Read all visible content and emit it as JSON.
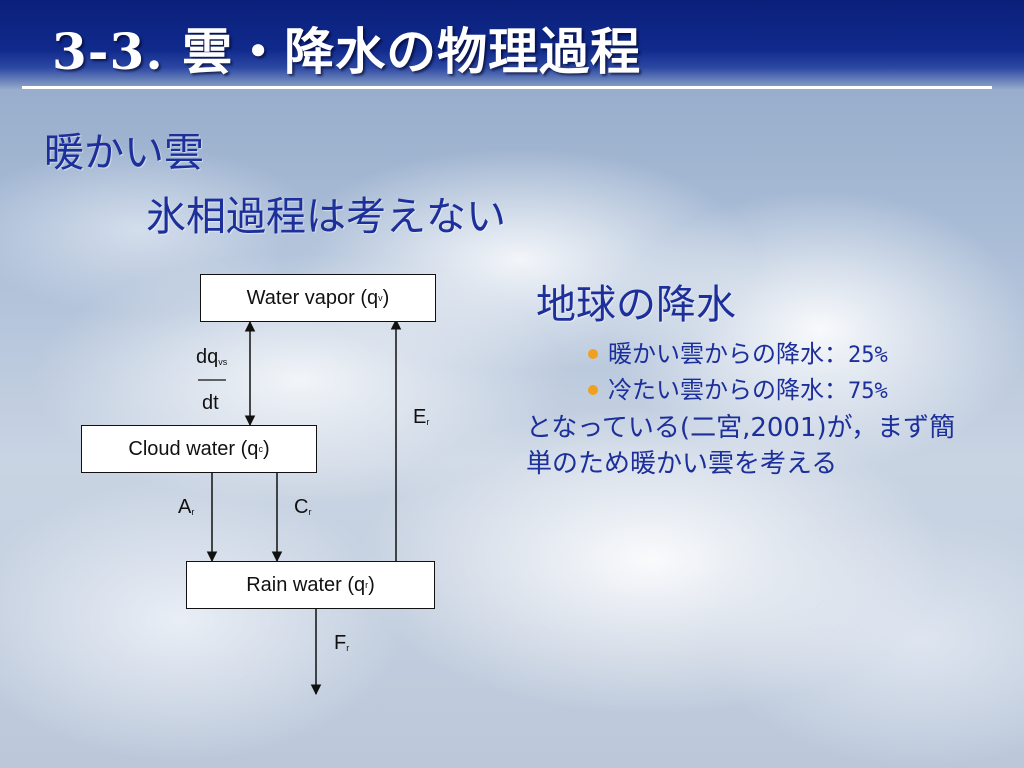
{
  "slide": {
    "title": "3-3. 雲・降水の物理過程",
    "heading_warm_cloud": "暖かい雲",
    "heading_no_ice": "氷相過程は考えない",
    "heading_global": "地球の降水",
    "bullets": [
      {
        "label": "暖かい雲からの降水：",
        "value": "25%"
      },
      {
        "label": "冷たい雲からの降水：",
        "value": "75%"
      }
    ],
    "note_line1": "となっている(二宮,2001)が，まず簡",
    "note_line2": "単のため暖かい雲を考える",
    "colors": {
      "title_bar": "#102a8c",
      "heading_text": "#1c2f9a",
      "bullet_dot": "#f0a020"
    }
  },
  "diagram": {
    "water_vapor": {
      "text": "Water vapor (q",
      "sub": "v",
      "close": ")"
    },
    "cloud_water": {
      "text": "Cloud water (q",
      "sub": "c",
      "close": ")"
    },
    "rain_water": {
      "text": "Rain water (q",
      "sub": "r",
      "close": ")"
    },
    "dq_num": "dq",
    "dq_sub": "vs",
    "dq_den": "dt",
    "E": {
      "text": "E",
      "sub": "r"
    },
    "A": {
      "text": "A",
      "sub": "r"
    },
    "C": {
      "text": "C",
      "sub": "r"
    },
    "F": {
      "text": "F",
      "sub": "r"
    }
  }
}
